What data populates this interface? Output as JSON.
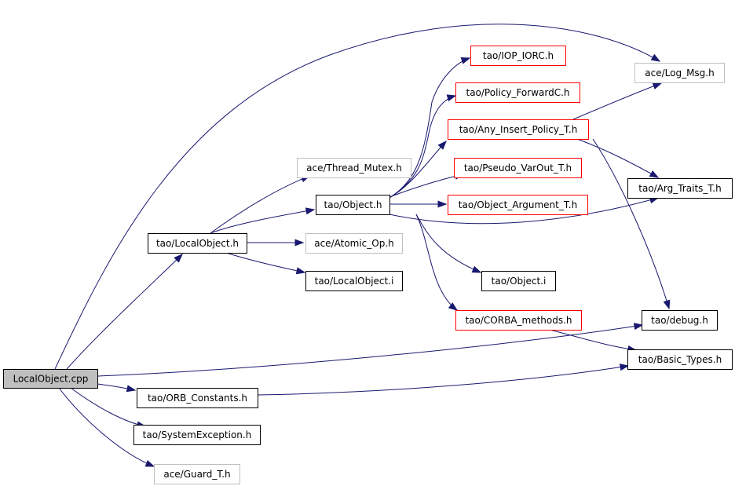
{
  "colors": {
    "edge": "#191970",
    "default_border": "#000000",
    "missing_border": "#bfbfbf",
    "truncated_border": "#ff0000",
    "root_fill": "#bfbfbf"
  },
  "nodes": [
    {
      "id": "localobject_cpp",
      "label": "LocalObject.cpp",
      "kind": "root"
    },
    {
      "id": "tao_localobject_h",
      "label": "tao/LocalObject.h",
      "kind": "default"
    },
    {
      "id": "ace_thread_mutex_h",
      "label": "ace/Thread_Mutex.h",
      "kind": "missing"
    },
    {
      "id": "tao_object_h",
      "label": "tao/Object.h",
      "kind": "default"
    },
    {
      "id": "ace_atomic_op_h",
      "label": "ace/Atomic_Op.h",
      "kind": "missing"
    },
    {
      "id": "tao_localobject_i",
      "label": "tao/LocalObject.i",
      "kind": "default"
    },
    {
      "id": "tao_iop_iorc_h",
      "label": "tao/IOP_IORC.h",
      "kind": "truncated"
    },
    {
      "id": "tao_policy_forwardc_h",
      "label": "tao/Policy_ForwardC.h",
      "kind": "truncated"
    },
    {
      "id": "tao_any_insert_policy_t_h",
      "label": "tao/Any_Insert_Policy_T.h",
      "kind": "truncated"
    },
    {
      "id": "tao_pseudo_varout_t_h",
      "label": "tao/Pseudo_VarOut_T.h",
      "kind": "truncated"
    },
    {
      "id": "tao_object_argument_t_h",
      "label": "tao/Object_Argument_T.h",
      "kind": "truncated"
    },
    {
      "id": "tao_object_i",
      "label": "tao/Object.i",
      "kind": "default"
    },
    {
      "id": "tao_corba_methods_h",
      "label": "tao/CORBA_methods.h",
      "kind": "truncated"
    },
    {
      "id": "ace_log_msg_h",
      "label": "ace/Log_Msg.h",
      "kind": "missing"
    },
    {
      "id": "tao_arg_traits_t_h",
      "label": "tao/Arg_Traits_T.h",
      "kind": "default"
    },
    {
      "id": "tao_debug_h",
      "label": "tao/debug.h",
      "kind": "default"
    },
    {
      "id": "tao_basic_types_h",
      "label": "tao/Basic_Types.h",
      "kind": "default"
    },
    {
      "id": "tao_orb_constants_h",
      "label": "tao/ORB_Constants.h",
      "kind": "default"
    },
    {
      "id": "tao_systemexception_h",
      "label": "tao/SystemException.h",
      "kind": "default"
    },
    {
      "id": "ace_guard_t_h",
      "label": "ace/Guard_T.h",
      "kind": "missing"
    }
  ],
  "edges": [
    {
      "from": "localobject_cpp",
      "to": "ace_log_msg_h"
    },
    {
      "from": "localobject_cpp",
      "to": "tao_localobject_h"
    },
    {
      "from": "localobject_cpp",
      "to": "tao_debug_h"
    },
    {
      "from": "localobject_cpp",
      "to": "tao_orb_constants_h"
    },
    {
      "from": "localobject_cpp",
      "to": "tao_systemexception_h"
    },
    {
      "from": "localobject_cpp",
      "to": "ace_guard_t_h"
    },
    {
      "from": "tao_localobject_h",
      "to": "ace_thread_mutex_h"
    },
    {
      "from": "tao_localobject_h",
      "to": "tao_object_h"
    },
    {
      "from": "tao_localobject_h",
      "to": "ace_atomic_op_h"
    },
    {
      "from": "tao_localobject_h",
      "to": "tao_localobject_i"
    },
    {
      "from": "tao_object_h",
      "to": "tao_iop_iorc_h"
    },
    {
      "from": "tao_object_h",
      "to": "tao_policy_forwardc_h"
    },
    {
      "from": "tao_object_h",
      "to": "tao_any_insert_policy_t_h"
    },
    {
      "from": "tao_object_h",
      "to": "tao_pseudo_varout_t_h"
    },
    {
      "from": "tao_object_h",
      "to": "tao_object_argument_t_h"
    },
    {
      "from": "tao_object_h",
      "to": "tao_arg_traits_t_h"
    },
    {
      "from": "tao_object_h",
      "to": "tao_object_i"
    },
    {
      "from": "tao_object_h",
      "to": "tao_corba_methods_h"
    },
    {
      "from": "tao_any_insert_policy_t_h",
      "to": "ace_log_msg_h"
    },
    {
      "from": "tao_any_insert_policy_t_h",
      "to": "tao_arg_traits_t_h"
    },
    {
      "from": "tao_any_insert_policy_t_h",
      "to": "tao_debug_h"
    },
    {
      "from": "tao_corba_methods_h",
      "to": "tao_basic_types_h"
    },
    {
      "from": "tao_orb_constants_h",
      "to": "tao_basic_types_h"
    }
  ]
}
